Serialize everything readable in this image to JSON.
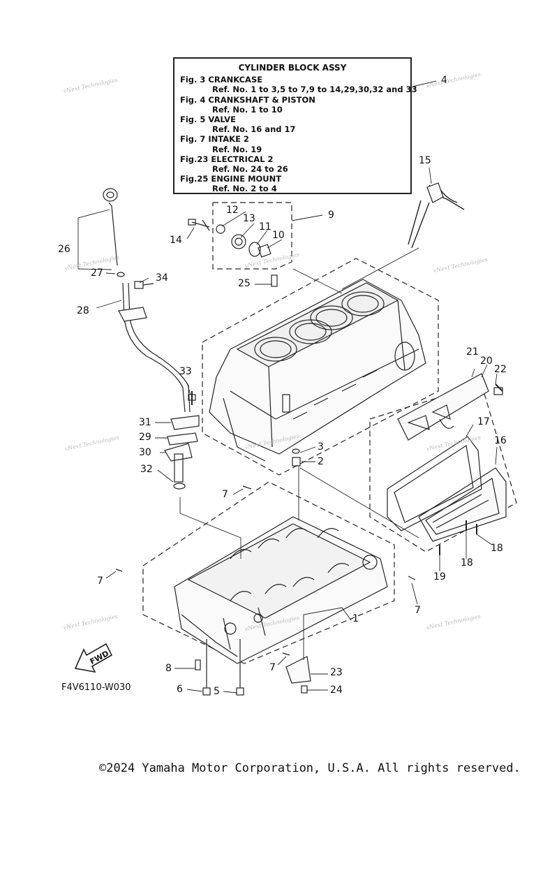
{
  "legend": {
    "title": "CYLINDER BLOCK ASSY",
    "entries": [
      {
        "fig": "Fig.  3 CRANKCASE",
        "ref": "Ref. No. 1 to 3,5 to 7,9 to 14,29,30,32 and 33"
      },
      {
        "fig": "Fig.  4 CRANKSHAFT & PISTON",
        "ref": "Ref. No. 1 to 10"
      },
      {
        "fig": "Fig.  5 VALVE",
        "ref": "Ref. No. 16 and 17"
      },
      {
        "fig": "Fig.  7 INTAKE 2",
        "ref": "Ref. No. 19"
      },
      {
        "fig": "Fig.23 ELECTRICAL 2",
        "ref": "Ref. No. 24 to 26"
      },
      {
        "fig": "Fig.25 ENGINE MOUNT",
        "ref": "Ref. No. 2 to 4"
      }
    ]
  },
  "callouts": [
    "1",
    "2",
    "3",
    "4",
    "5",
    "6",
    "7",
    "7",
    "7",
    "7",
    "8",
    "9",
    "10",
    "11",
    "12",
    "13",
    "14",
    "15",
    "16",
    "17",
    "18",
    "18",
    "19",
    "20",
    "21",
    "22",
    "23",
    "24",
    "25",
    "26",
    "27",
    "28",
    "29",
    "30",
    "31",
    "32",
    "33",
    "34"
  ],
  "fwd_label": "FWD",
  "diagram_code": "F4V6110-W030",
  "copyright": "©2024 Yamaha Motor Corporation, U.S.A. All rights reserved.",
  "watermark": "vNext Technologies"
}
